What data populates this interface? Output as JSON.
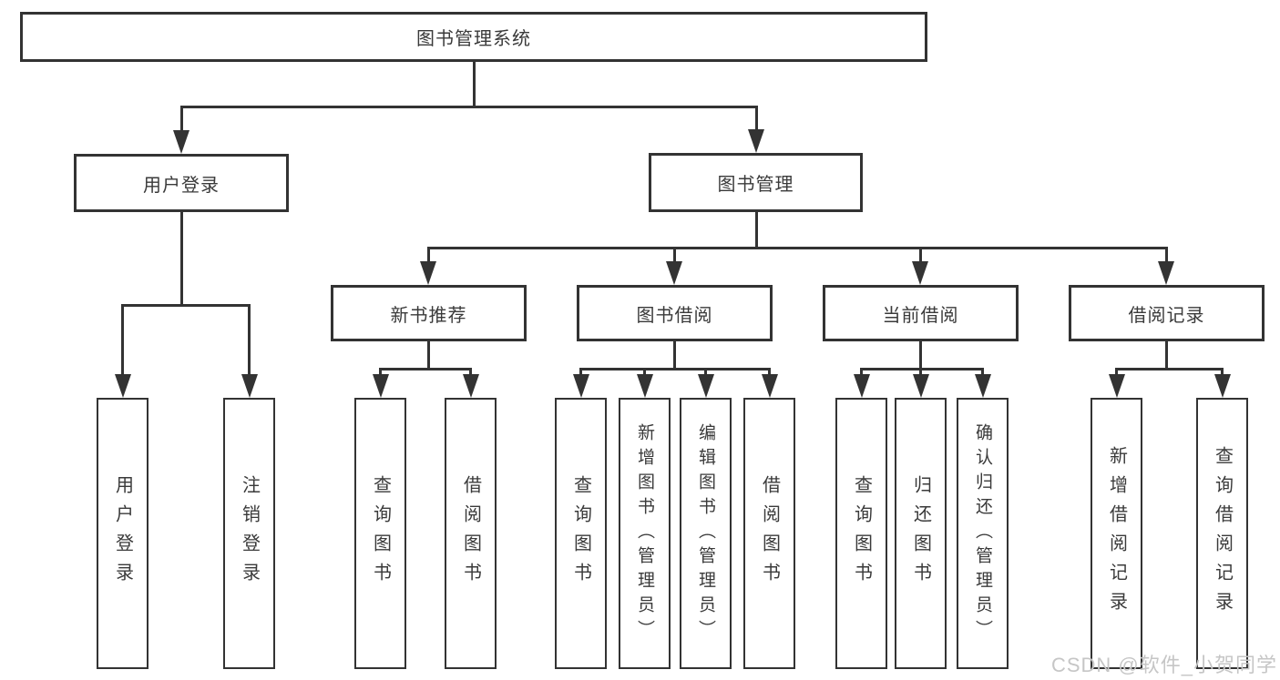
{
  "diagram": {
    "root": "图书管理系统",
    "level2": [
      "用户登录",
      "图书管理"
    ],
    "level3": [
      "新书推荐",
      "图书借阅",
      "当前借阅",
      "借阅记录"
    ],
    "user_login_children": [
      "用户登录",
      "注销登录"
    ],
    "new_book_children": [
      "查询图书",
      "借阅图书"
    ],
    "book_borrow_children": [
      "查询图书",
      "新增图书（管理员）",
      "编辑图书（管理员）",
      "借阅图书"
    ],
    "current_borrow_children": [
      "查询图书",
      "归还图书",
      "确认归还（管理员）"
    ],
    "records_children": [
      "新增借阅记录",
      "查询借阅记录"
    ]
  },
  "watermark": "CSDN @软件_小贺同学",
  "colors": {
    "line": "#333333",
    "box_border": "#333333",
    "text": "#3a3a3a",
    "background": "#ffffff",
    "watermark": "#c6c6c6"
  }
}
